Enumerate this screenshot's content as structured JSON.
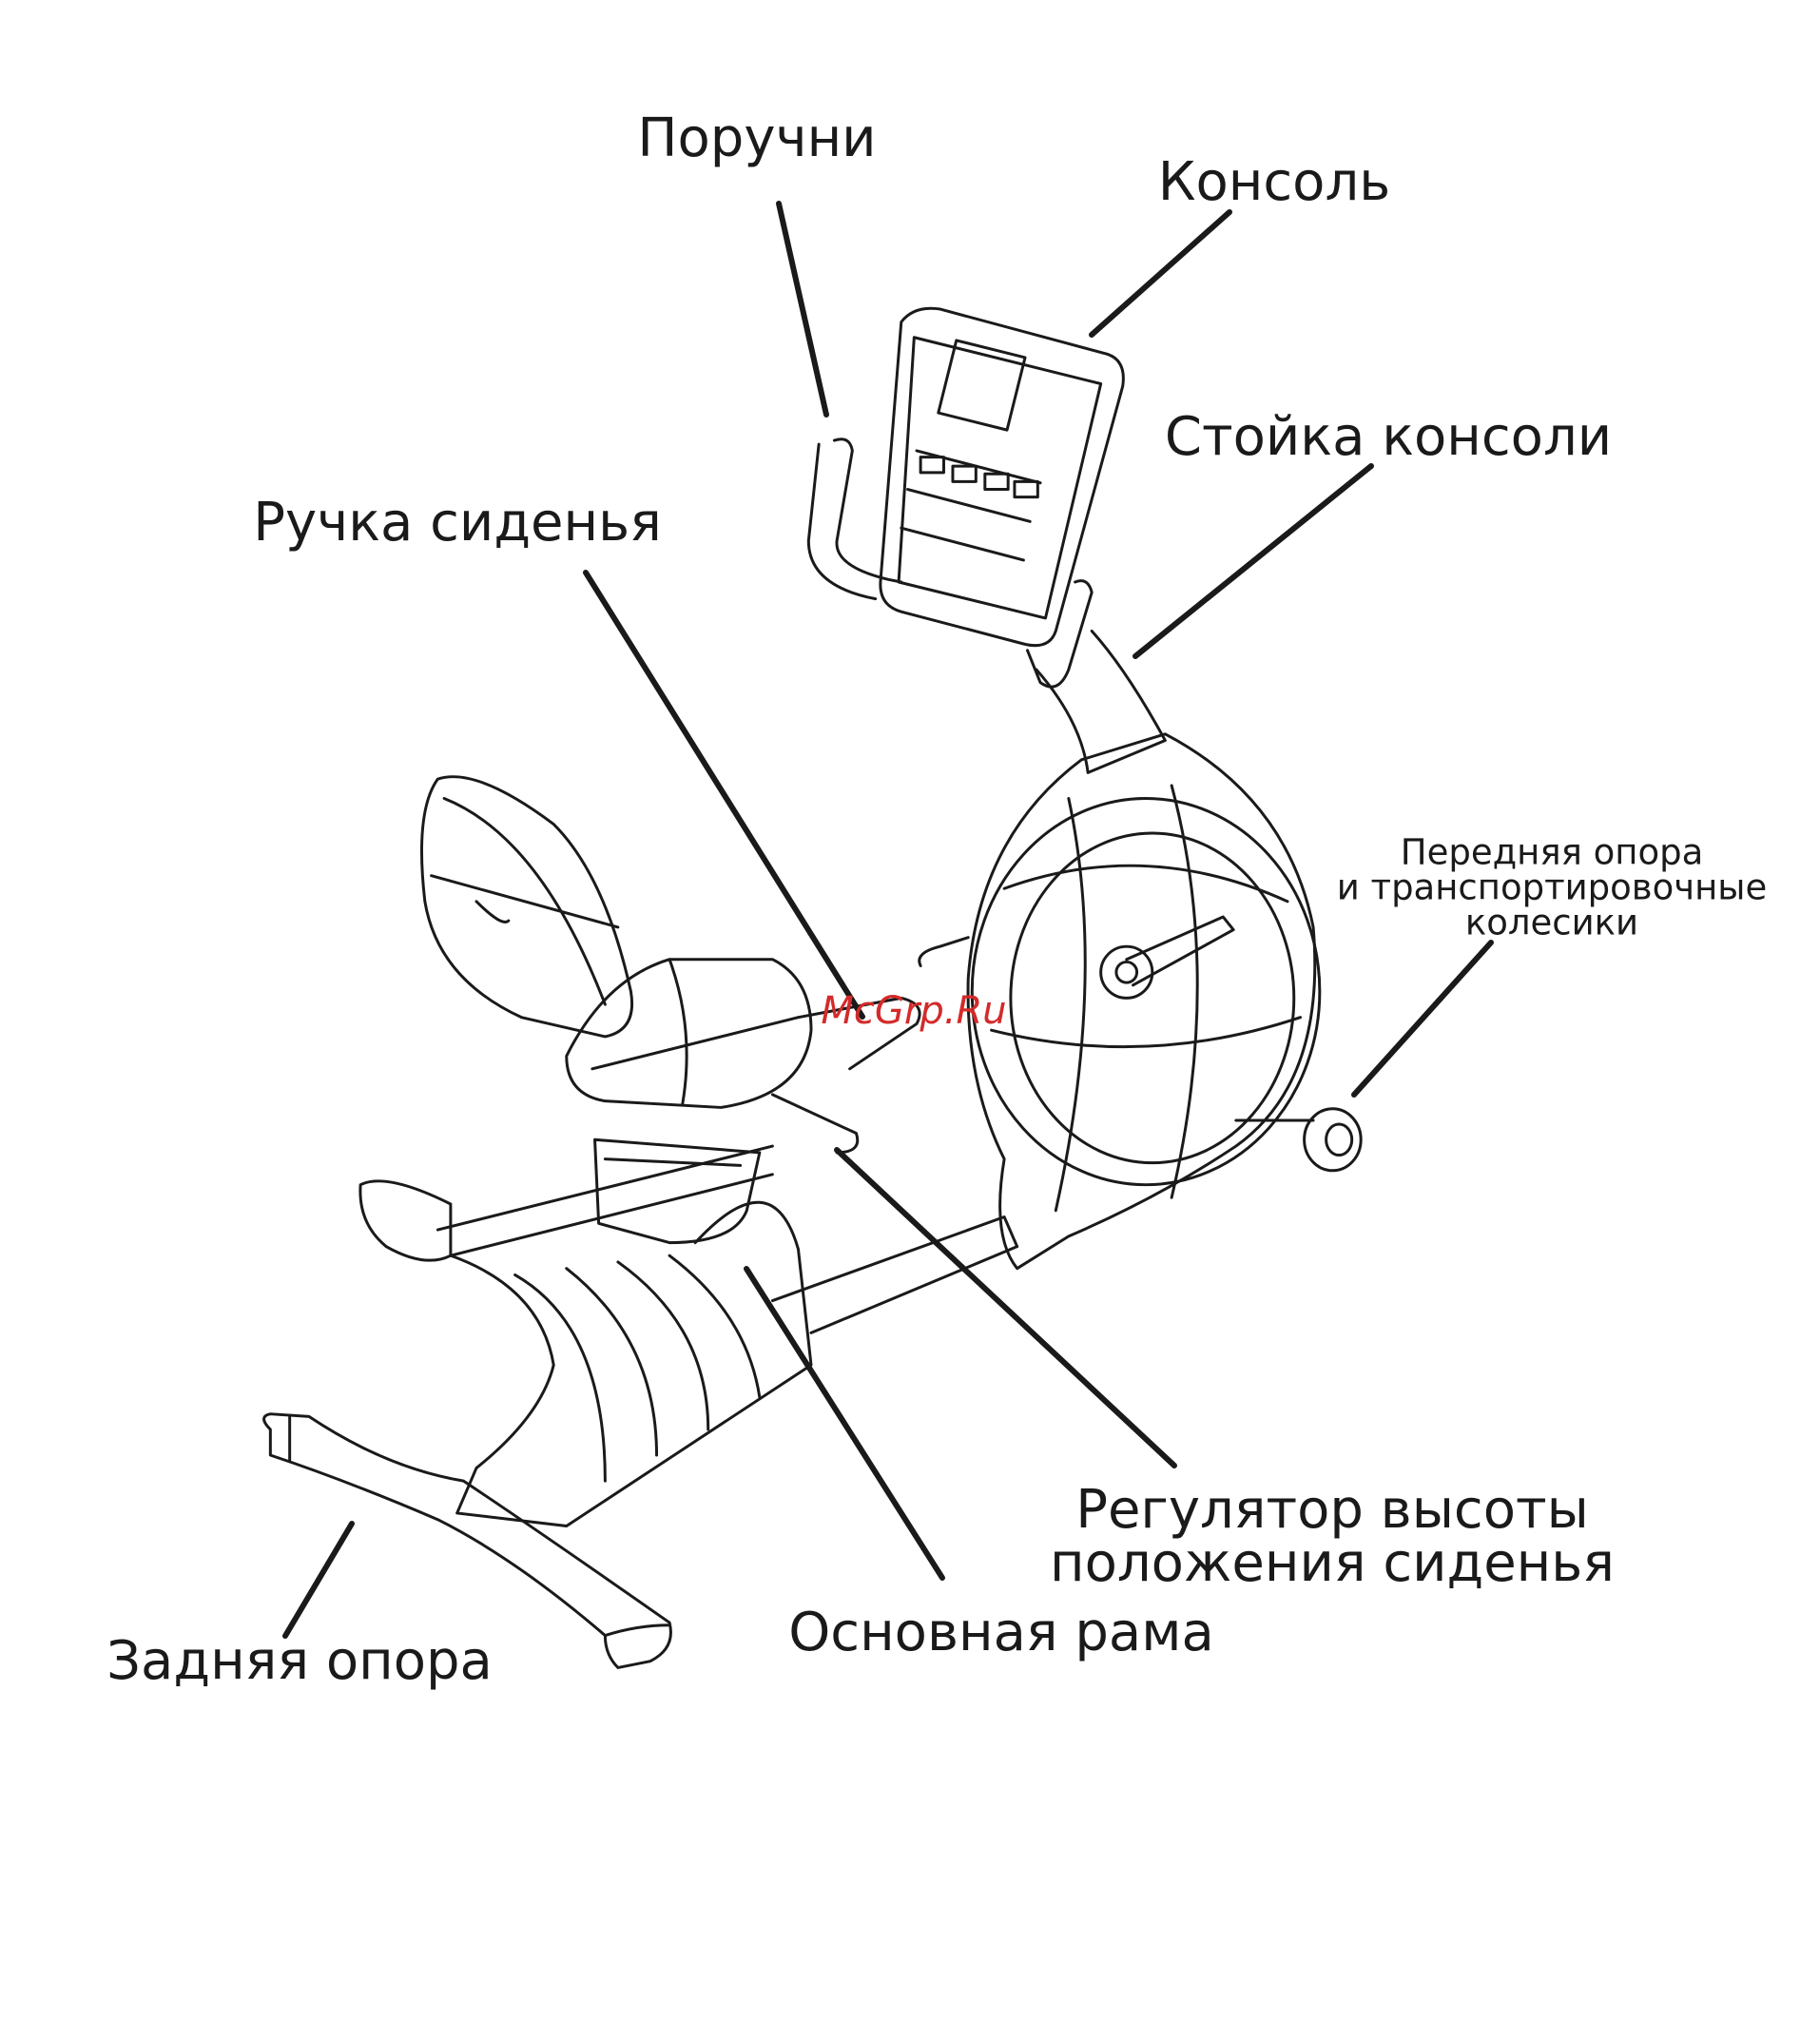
{
  "labels": {
    "handrails": "Поручни",
    "console": "Консоль",
    "console_mast": "Стойка консоли",
    "seat_handle": "Ручка сиденья",
    "front_support": [
      "Передняя опора",
      "и транспортировочные",
      "колесики"
    ],
    "seat_adjuster": [
      "Регулятор высоты",
      "положения сиденья"
    ],
    "main_frame": "Основная рама",
    "rear_support": "Задняя опора"
  },
  "watermark": "McGrp.Ru",
  "colors": {
    "line": "#1a1a1a",
    "watermark": "#d42a2a"
  }
}
